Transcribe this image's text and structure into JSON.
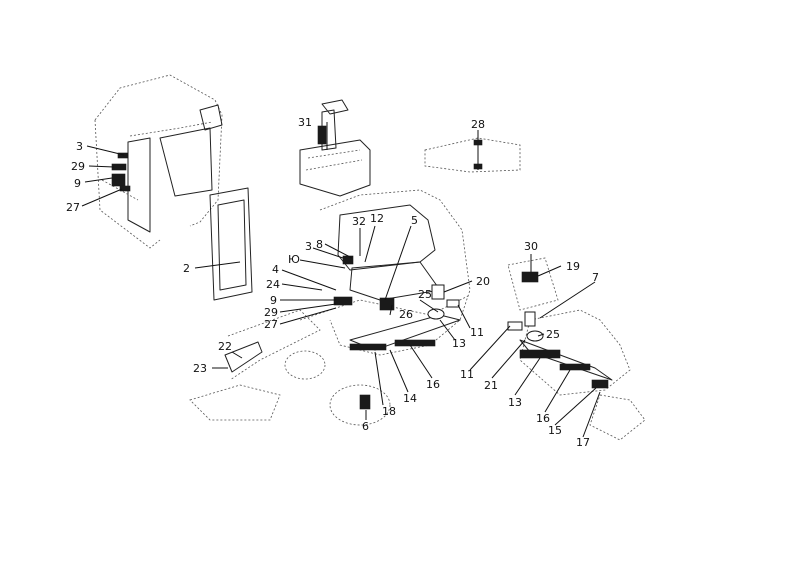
{
  "diagram": {
    "callouts": [
      {
        "id": "c-3-cab",
        "label": "3"
      },
      {
        "id": "c-29-cab",
        "label": "29"
      },
      {
        "id": "c-9-cab",
        "label": "9"
      },
      {
        "id": "c-27-cab",
        "label": "27"
      },
      {
        "id": "c-2",
        "label": "2"
      },
      {
        "id": "c-31",
        "label": "31"
      },
      {
        "id": "c-28",
        "label": "28"
      },
      {
        "id": "c-32",
        "label": "32"
      },
      {
        "id": "c-12",
        "label": "12"
      },
      {
        "id": "c-5",
        "label": "5"
      },
      {
        "id": "c-3-mid",
        "label": "3"
      },
      {
        "id": "c-8",
        "label": "8"
      },
      {
        "id": "c-10",
        "label": "Ю"
      },
      {
        "id": "c-4",
        "label": "4"
      },
      {
        "id": "c-24",
        "label": "24"
      },
      {
        "id": "c-9-mid",
        "label": "9"
      },
      {
        "id": "c-29-mid",
        "label": "29"
      },
      {
        "id": "c-27-mid",
        "label": "27"
      },
      {
        "id": "c-20",
        "label": "20"
      },
      {
        "id": "c-25-mid",
        "label": "25"
      },
      {
        "id": "c-26",
        "label": "26"
      },
      {
        "id": "c-11-mid",
        "label": "11"
      },
      {
        "id": "c-13-mid",
        "label": "13"
      },
      {
        "id": "c-16-mid",
        "label": "16"
      },
      {
        "id": "c-14",
        "label": "14"
      },
      {
        "id": "c-18",
        "label": "18"
      },
      {
        "id": "c-6",
        "label": "6"
      },
      {
        "id": "c-22",
        "label": "22"
      },
      {
        "id": "c-23",
        "label": "23"
      },
      {
        "id": "c-30",
        "label": "30"
      },
      {
        "id": "c-19",
        "label": "19"
      },
      {
        "id": "c-7",
        "label": "7"
      },
      {
        "id": "c-25-right",
        "label": "25"
      },
      {
        "id": "c-11-right",
        "label": "11"
      },
      {
        "id": "c-21",
        "label": "21"
      },
      {
        "id": "c-13-right",
        "label": "13"
      },
      {
        "id": "c-16-right",
        "label": "16"
      },
      {
        "id": "c-15",
        "label": "15"
      },
      {
        "id": "c-17",
        "label": "17"
      }
    ]
  }
}
